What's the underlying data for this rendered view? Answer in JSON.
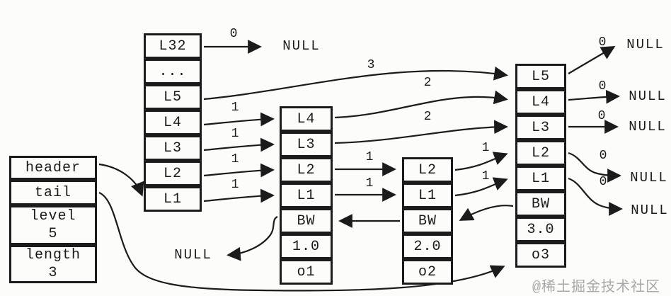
{
  "meta_box": {
    "header": "header",
    "tail": "tail",
    "level_label": "level",
    "level_value": "5",
    "length_label": "length",
    "length_value": "3"
  },
  "header_array": [
    "L32",
    "...",
    "L5",
    "L4",
    "L3",
    "L2",
    "L1"
  ],
  "node1": [
    "L4",
    "L3",
    "L2",
    "L1",
    "BW",
    "1.0",
    "o1"
  ],
  "node2": [
    "L2",
    "L1",
    "BW",
    "2.0",
    "o2"
  ],
  "node3": [
    "L5",
    "L4",
    "L3",
    "L2",
    "L1",
    "BW",
    "3.0",
    "o3"
  ],
  "null_label": "NULL",
  "spans": {
    "l32": "0",
    "h_l5": "3",
    "h_l4": "1",
    "h_l3": "1",
    "h_l2": "1",
    "h_l1": "1",
    "n1_l4": "2",
    "n1_l3": "2",
    "n1_l2": "1",
    "n1_l1": "1",
    "n2_l2": "1",
    "n2_l1": "1",
    "n3_l5": "0",
    "n3_l4": "0",
    "n3_l3": "0",
    "n3_l2": "0",
    "n3_l1": "0"
  },
  "watermark": "@稀土掘金技术社区"
}
